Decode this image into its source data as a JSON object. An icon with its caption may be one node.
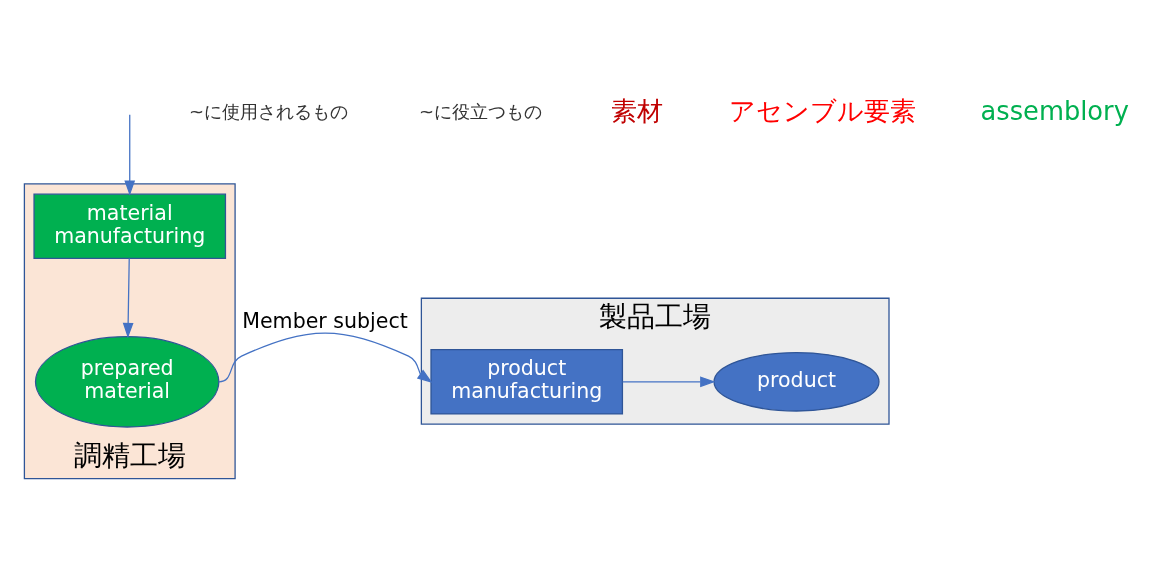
{
  "diagram": {
    "nodes": [
      {
        "text": [
          "調精工場"
        ]
      },
      {
        "text": [
          "material manufacturing"
        ],
        "in": 0
      },
      {
        "text": [
          "prepared material"
        ],
        "in": 0
      },
      {
        "text": [
          "製品工場"
        ]
      },
      {
        "text": [
          "product manufacturing"
        ],
        "in": 3
      },
      {
        "text": [
          "product"
        ],
        "in": 3
      }
    ],
    "edges": [
      {
        "from": null,
        "to": 1,
        "arrow": "to"
      },
      {
        "from": 1,
        "to": 2,
        "arrow": "to"
      },
      {
        "from": 2,
        "to": 4,
        "arrow": "to",
        "label": "Member subject"
      },
      {
        "from": 4,
        "to": 5,
        "arrow": "to"
      }
    ],
    "labels": [
      "~に使用されるもの",
      "~に役立つもの",
      "素材",
      "アセンブル要素",
      "assemblory"
    ]
  }
}
